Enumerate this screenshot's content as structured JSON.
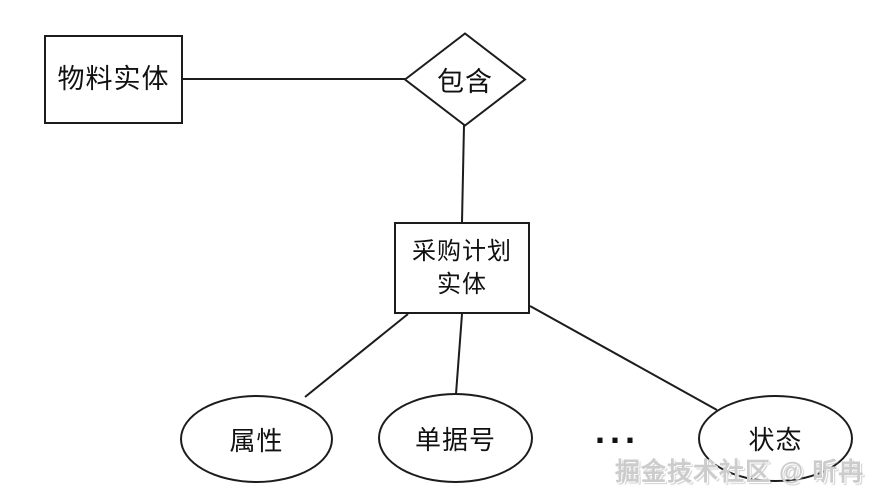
{
  "diagram": {
    "type": "entity-relationship",
    "nodes": [
      {
        "id": "material-entity",
        "shape": "rectangle",
        "label": "物料实体"
      },
      {
        "id": "contains-relationship",
        "shape": "diamond",
        "label": "包含"
      },
      {
        "id": "purchase-plan-entity",
        "shape": "rectangle",
        "label": "采购计划实体"
      },
      {
        "id": "attribute",
        "shape": "ellipse",
        "label": "属性"
      },
      {
        "id": "document-number",
        "shape": "ellipse",
        "label": "单据号"
      },
      {
        "id": "status",
        "shape": "ellipse",
        "label": "状态"
      }
    ],
    "edges": [
      {
        "from": "material-entity",
        "to": "contains-relationship"
      },
      {
        "from": "contains-relationship",
        "to": "purchase-plan-entity"
      },
      {
        "from": "purchase-plan-entity",
        "to": "attribute"
      },
      {
        "from": "purchase-plan-entity",
        "to": "document-number"
      },
      {
        "from": "purchase-plan-entity",
        "to": "status"
      }
    ],
    "ellipsis_label": "...",
    "colors": {
      "stroke": "#1c1c1c",
      "text": "#111111",
      "background": "#ffffff",
      "watermark": "#cccccc"
    }
  },
  "watermark": {
    "text": "掘金技术社区 @ 昕冉"
  }
}
